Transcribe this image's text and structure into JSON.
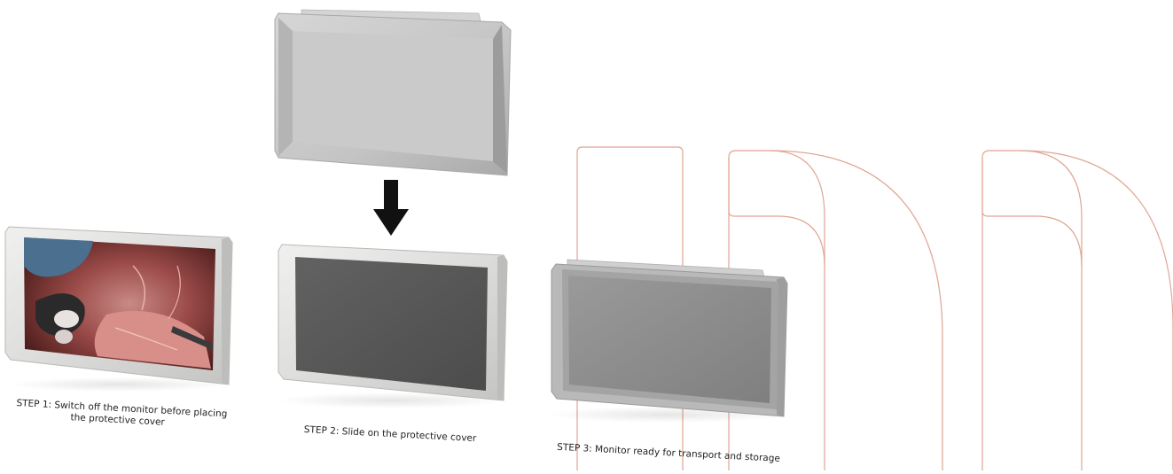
{
  "steps": [
    {
      "id": "step-1",
      "caption_line1": "STEP 1: Switch off the monitor before placing",
      "caption_line2": "the protective cover"
    },
    {
      "id": "step-2",
      "caption_line1": "STEP 2: Slide on the protective cover"
    },
    {
      "id": "step-3",
      "caption_line1": "STEP 3: Monitor ready for transport and storage"
    }
  ],
  "colors": {
    "background": "#ffffff",
    "bezel": "#dcdcda",
    "bezel_edge": "#b8b8b6",
    "screen_off": "#5a5a5a",
    "cover": "#c8c8c8",
    "arrow": "#111111",
    "watermark": "#e0a594",
    "caption_text": "#222222"
  },
  "icons": {
    "arrow": "down-arrow-icon",
    "watermark": "brand-watermark-outline"
  }
}
